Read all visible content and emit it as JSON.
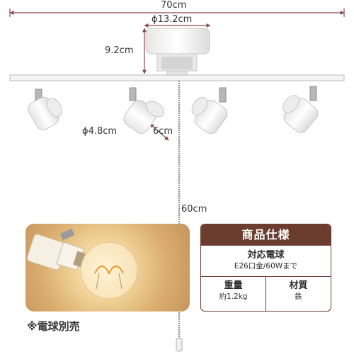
{
  "dimensions": {
    "width": "70cm",
    "canopy_diameter": "ϕ13.2cm",
    "canopy_height": "9.2cm",
    "spot_diameter": "ϕ4.8cm",
    "spot_length": "6cm",
    "cord_length": "60cm"
  },
  "bulb_note": "※電球別売",
  "spec": {
    "header": "商品仕様",
    "bulb_label": "対応電球",
    "bulb_value": "E26口金/60Wまで",
    "weight_label": "重量",
    "weight_value": "約1.2kg",
    "material_label": "材質",
    "material_value": "鉄"
  },
  "colors": {
    "dimension_line": "#8a4a52",
    "spec_accent": "#6a3d2e",
    "fixture": "#f7f7f7"
  }
}
